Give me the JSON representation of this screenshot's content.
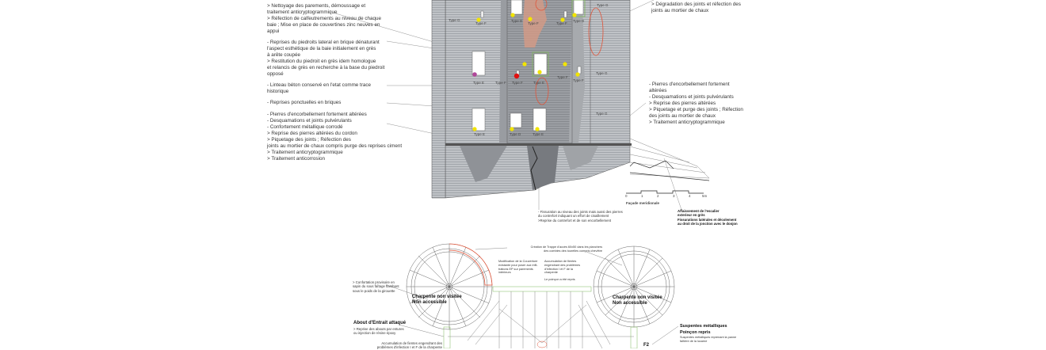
{
  "left_notes": {
    "block1": "> Nettoyage des parements, démoussage et\ntraitement anticryptogrammique\n> Réfection de calfeutrements au niveau de chaque\n baie ; Mise en place de couvertines zinc neuves en\nappui",
    "block2": "- Reprises du piedroits lateral en brique dénaturant\nl'aspect esthétique de la baie initialement en grès\nà arête coupée\n> Restitution du piedroit en grès idem homologue\net relancis de grès en recherche à la base du piedroit\nopposé",
    "block3": "- Linteau béton conservé en l'etat comme trace\nhistorique",
    "block4": "- Reprises ponctuelles en briques",
    "block5": "- Pierres d'encorbellement fortement altérées\n- Desquamations et joints pulvérulants\n- Confortement métallique corrodé\n> Reprise des pierres altérées du cordon\n> Piquetage des joints ; Réfection des\njoints au mortier de chaux compris purge des reprises ciment\n> Traitement anticryptogrammique\n> Traitement anticorrosion"
  },
  "right_notes": {
    "block1": "> Dégradation des joints et réfection des\njoints au mortier de chaux",
    "block2": "- Pierres d'encorbellement fortement\naltérées\n- Desquamations et joints pulvérulants\n> Reprise des pierres altérées\n> Piquetage et purge des joints ; Réfection\ndes joints au mortier de chaux\n> Traitement anticryptogrammique"
  },
  "facade": {
    "types": [
      "Type G",
      "Type F",
      "Type D",
      "Type F",
      "Type F",
      "Type D",
      "Type G",
      "Type E",
      "Type F",
      "Type F",
      "Type E",
      "Type F",
      "Type F",
      "Type G",
      "Type E",
      "Type D",
      "Type E",
      "Type G"
    ],
    "scale_ticks": [
      "0",
      "1",
      "2",
      "3",
      "4",
      "5m"
    ],
    "scale_label": "Façade meridionale",
    "fissuration": "- Fissuration au niveau des joints mais aussi des pierres\ndu contrefort indiquant un effort de cisaillement\n>Reprise du contrefort et de son encorbellement",
    "affaissement": "Affaissement de l'escalier\nexterieur en grès\nFissurations latérales et décolement\nau droit de la jonction avec le donjon"
  },
  "roof_plan": {
    "creation": "Création de Trappe d'accès 60x50 dans les planchers\ndes combles des tourelles compris chevêtre",
    "couverture": "Modification de la Couverture\nexistante pour poser aux infil-\ntrations EP sur parements\nintérieurs",
    "accumulation": "Accumulation de fientes\nengendrant des problèmes\nd'infection I et F de la\ncharpente",
    "poincon": "Le poinçon a été repris",
    "confortation": "> Confortation provisoire en\nsapin du sous faîtage flambant\nsous le poids de la girouette",
    "charpente_left": "Charpente non visitée\nNon accessible",
    "charpente_right": "Charpente non visitée\nNon accessible",
    "about_title": "About d'Entrait attaqué",
    "about_text": "> Reprise des abouts par entures\nou injection de résine époxy",
    "accumulation2": "Accumulation de fientes engendrant des\nproblèmes d'infection I et F de la charpente",
    "suspentes_title": "Suspentes métalliques",
    "poincon_title": "Poinçon repris",
    "suspentes_text": "Suspentes métalliques reprenant la panne\nfaîtière de la lucarne",
    "f2": "F2"
  },
  "colors": {
    "accent_red": "#e0553a",
    "marker_yellow": "#f2e400",
    "marker_red": "#e01010",
    "marker_magenta": "#b0489a",
    "wall": "#b9bcc0",
    "green": "#7fb85a"
  }
}
